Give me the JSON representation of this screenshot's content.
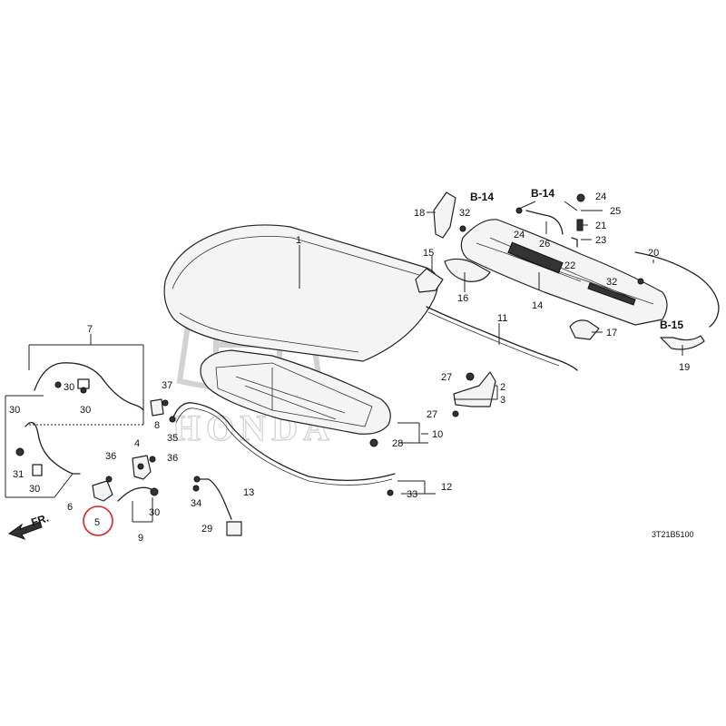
{
  "diagram": {
    "brand_watermark": "HONDA",
    "diagram_code": "3T21B5100",
    "direction_label": "FR.",
    "highlight_color": "#e02020",
    "highlighted_part": "5",
    "refs": {
      "b14_left": "B-14",
      "b14_right": "B-14",
      "b15": "B-15"
    },
    "labels": {
      "p1": "1",
      "p2": "2",
      "p3": "3",
      "p4": "4",
      "p5": "5",
      "p6": "6",
      "p7": "7",
      "p8": "8",
      "p9": "9",
      "p10": "10",
      "p11": "11",
      "p12": "12",
      "p13": "13",
      "p14": "14",
      "p15": "15",
      "p16": "16",
      "p17": "17",
      "p18": "18",
      "p19": "19",
      "p20": "20",
      "p21": "21",
      "p22": "22",
      "p23": "23",
      "p24a": "24",
      "p24b": "24",
      "p25": "25",
      "p26": "26",
      "p27a": "27",
      "p27b": "27",
      "p28": "28",
      "p29": "29",
      "p30a": "30",
      "p30b": "30",
      "p30c": "30",
      "p30d": "30",
      "p30e": "30",
      "p31": "31",
      "p32a": "32",
      "p32b": "32",
      "p33": "33",
      "p34": "34",
      "p35": "35",
      "p36a": "36",
      "p36b": "36",
      "p37": "37"
    }
  }
}
